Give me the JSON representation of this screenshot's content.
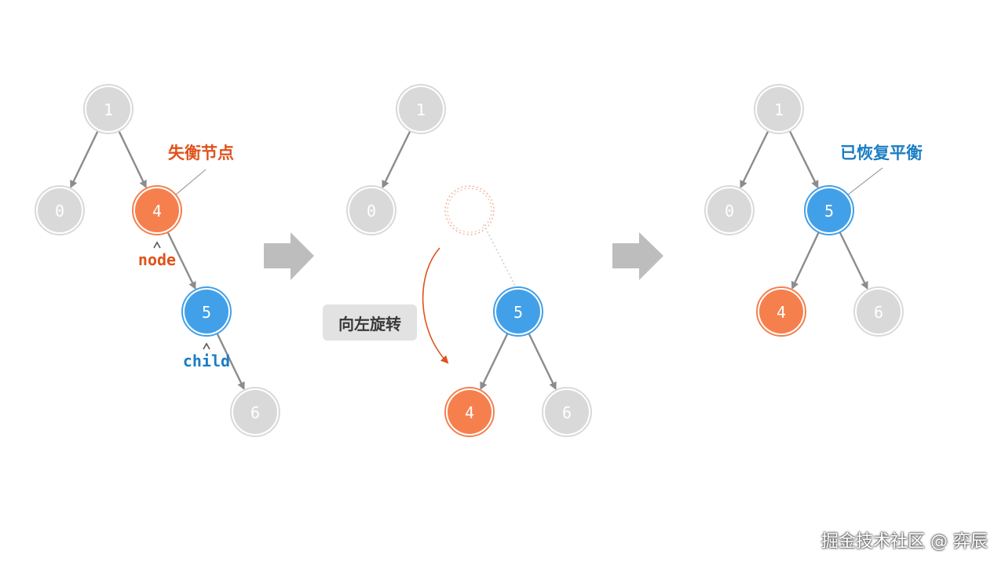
{
  "colors": {
    "grey_node": "#d9d9d9",
    "orange_node": "#f5804e",
    "blue_node": "#42a0e8",
    "edge": "#8c8c8c",
    "orange_text": "#e0521c",
    "blue_text": "#1b7dc4",
    "arrow": "#bdbdbd"
  },
  "panels": [
    {
      "id": "before",
      "nodes": [
        {
          "key": "1",
          "label": "1",
          "color": "grey"
        },
        {
          "key": "0",
          "label": "0",
          "color": "grey"
        },
        {
          "key": "4",
          "label": "4",
          "color": "orange"
        },
        {
          "key": "5",
          "label": "5",
          "color": "blue"
        },
        {
          "key": "6",
          "label": "6",
          "color": "grey"
        }
      ],
      "edges": [
        [
          "1",
          "0"
        ],
        [
          "1",
          "4"
        ],
        [
          "4",
          "5"
        ],
        [
          "5",
          "6"
        ]
      ],
      "annotations": {
        "unbalanced": "失衡节点",
        "node": "node",
        "child": "child"
      }
    },
    {
      "id": "rotating",
      "nodes": [
        {
          "key": "1",
          "label": "1",
          "color": "grey"
        },
        {
          "key": "0",
          "label": "0",
          "color": "grey"
        },
        {
          "key": "4ghost",
          "label": "4",
          "color": "ghost"
        },
        {
          "key": "5",
          "label": "5",
          "color": "blue"
        },
        {
          "key": "4",
          "label": "4",
          "color": "orange"
        },
        {
          "key": "6",
          "label": "6",
          "color": "grey"
        }
      ],
      "edges": [
        [
          "1",
          "0"
        ],
        [
          "5",
          "4"
        ],
        [
          "5",
          "6"
        ]
      ],
      "rotate_label": "向左旋转"
    },
    {
      "id": "after",
      "nodes": [
        {
          "key": "1",
          "label": "1",
          "color": "grey"
        },
        {
          "key": "0",
          "label": "0",
          "color": "grey"
        },
        {
          "key": "5",
          "label": "5",
          "color": "blue"
        },
        {
          "key": "4",
          "label": "4",
          "color": "orange"
        },
        {
          "key": "6",
          "label": "6",
          "color": "grey"
        }
      ],
      "edges": [
        [
          "1",
          "0"
        ],
        [
          "1",
          "5"
        ],
        [
          "5",
          "4"
        ],
        [
          "5",
          "6"
        ]
      ],
      "annotations": {
        "rebalanced": "已恢复平衡"
      }
    }
  ],
  "watermark": "掘金技术社区 @ 弈辰"
}
